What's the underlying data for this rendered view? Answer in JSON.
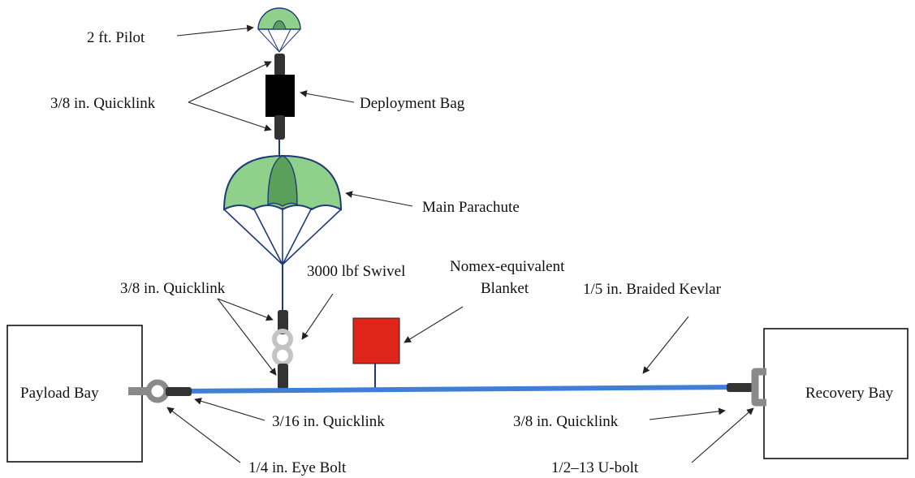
{
  "labels": {
    "pilot": "2 ft. Pilot",
    "quicklink_top": "3/8 in. Quicklink",
    "deployment_bag": "Deployment Bag",
    "main_parachute": "Main Parachute",
    "swivel": "3000 lbf Swivel",
    "blanket_line1": "Nomex-equivalent",
    "blanket_line2": "Blanket",
    "kevlar": "1/5 in. Braided Kevlar",
    "quicklink_mid": "3/8 in. Quicklink",
    "payload_bay": "Payload Bay",
    "recovery_bay": "Recovery Bay",
    "quicklink_316": "3/16 in. Quicklink",
    "quicklink_right": "3/8 in. Quicklink",
    "eye_bolt": "1/4 in. Eye Bolt",
    "u_bolt": "1/2–13 U-bolt"
  },
  "colors": {
    "canopy_light": "#8fd18a",
    "canopy_dark": "#5aa05a",
    "canopy_outline": "#1f3a78",
    "kevlar": "#3f7fd6",
    "blanket": "#e0261b",
    "quicklink": "#333333",
    "bag": "#000000",
    "bolt": "#8a8a8a",
    "swivel": "#c4c4c4"
  }
}
